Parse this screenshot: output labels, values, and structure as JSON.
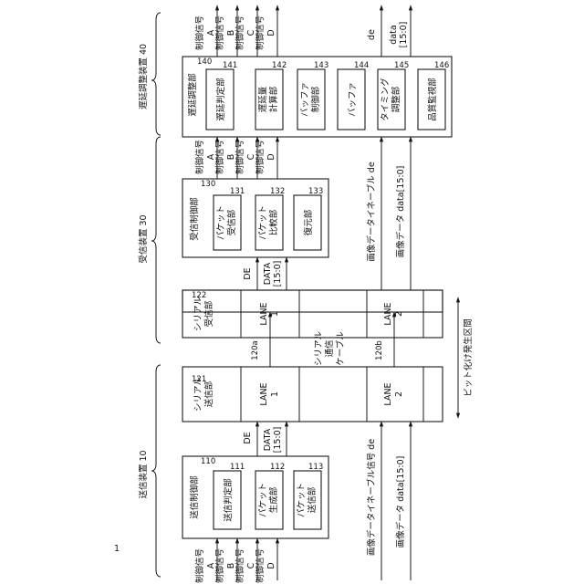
{
  "figure_label": "1",
  "colors": {
    "ink": "#1a1a1a",
    "background": "#ffffff"
  },
  "transmitter": {
    "title": "送信装置 10",
    "inputs": [
      {
        "line1": "制御信号",
        "line2": "A"
      },
      {
        "line1": "制御信号",
        "line2": "B"
      },
      {
        "line1": "制御信号",
        "line2": "C"
      },
      {
        "line1": "制御信号",
        "line2": "D"
      }
    ],
    "image_de_label": "画像データイネーブル信号 de",
    "image_data_label": "画像データ data[15:0]",
    "control_unit": {
      "ref": "110",
      "label": "送信制御部",
      "blocks": [
        {
          "ref": "111",
          "line1": "送信判定部",
          "line2": ""
        },
        {
          "ref": "112",
          "line1": "パケット",
          "line2": "生成部"
        },
        {
          "ref": "113",
          "line1": "パケット",
          "line2": "送信部"
        }
      ]
    },
    "serial": {
      "ref": "121",
      "line1": "シリアル",
      "line2": "送信部",
      "lanes": [
        {
          "line1": "LANE",
          "line2": "1"
        },
        {
          "line1": "LANE",
          "line2": "2"
        }
      ]
    },
    "signals": {
      "de": "DE",
      "data1": "DATA",
      "data2": "[15:0]"
    }
  },
  "cable": {
    "ref_a": "120a",
    "ref_b": "120b",
    "line1": "シリアル",
    "line2": "通信",
    "line3": "ケーブル",
    "bit_error_label": "ビット化け発生区間"
  },
  "receiver": {
    "title": "受信装置 30",
    "serial": {
      "ref": "122",
      "line1": "シリアル",
      "line2": "受信部",
      "lanes": [
        {
          "line1": "LANE",
          "line2": "1"
        },
        {
          "line1": "LANE",
          "line2": "2"
        }
      ]
    },
    "signals": {
      "de": "DE",
      "data1": "DATA",
      "data2": "[15:0]"
    },
    "control_unit": {
      "ref": "130",
      "label": "受信制御部",
      "blocks": [
        {
          "ref": "131",
          "line1": "パケット",
          "line2": "受信部"
        },
        {
          "ref": "132",
          "line1": "パケット",
          "line2": "比較部"
        },
        {
          "ref": "133",
          "line1": "復元部",
          "line2": ""
        }
      ]
    },
    "outputs": [
      {
        "line1": "制御信号",
        "line2": "A"
      },
      {
        "line1": "制御信号",
        "line2": "B"
      },
      {
        "line1": "制御信号",
        "line2": "C"
      },
      {
        "line1": "制御信号",
        "line2": "D"
      }
    ],
    "image_de_label": "画像データイネーブル de",
    "image_data_label": "画像データ data[15:0]"
  },
  "delay_adjuster": {
    "title": "遅延調整装置 40",
    "unit": {
      "ref": "140",
      "label": "遅延調整部",
      "blocks": [
        {
          "ref": "141",
          "line1": "遅延判定部",
          "line2": ""
        },
        {
          "ref": "142",
          "line1": "遅延量",
          "line2": "計算部"
        },
        {
          "ref": "143",
          "line1": "バッファ",
          "line2": "制御部"
        },
        {
          "ref": "144",
          "line1": "バッファ",
          "line2": ""
        },
        {
          "ref": "145",
          "line1": "タイミング",
          "line2": "調整部"
        },
        {
          "ref": "146",
          "line1": "品質監視部",
          "line2": ""
        }
      ]
    },
    "outputs": [
      {
        "line1": "制御信号",
        "line2": "A"
      },
      {
        "line1": "制御信号",
        "line2": "B"
      },
      {
        "line1": "制御信号",
        "line2": "C"
      },
      {
        "line1": "制御信号",
        "line2": "D"
      }
    ],
    "out_de": "de",
    "out_data1": "data",
    "out_data2": "[15:0]"
  }
}
